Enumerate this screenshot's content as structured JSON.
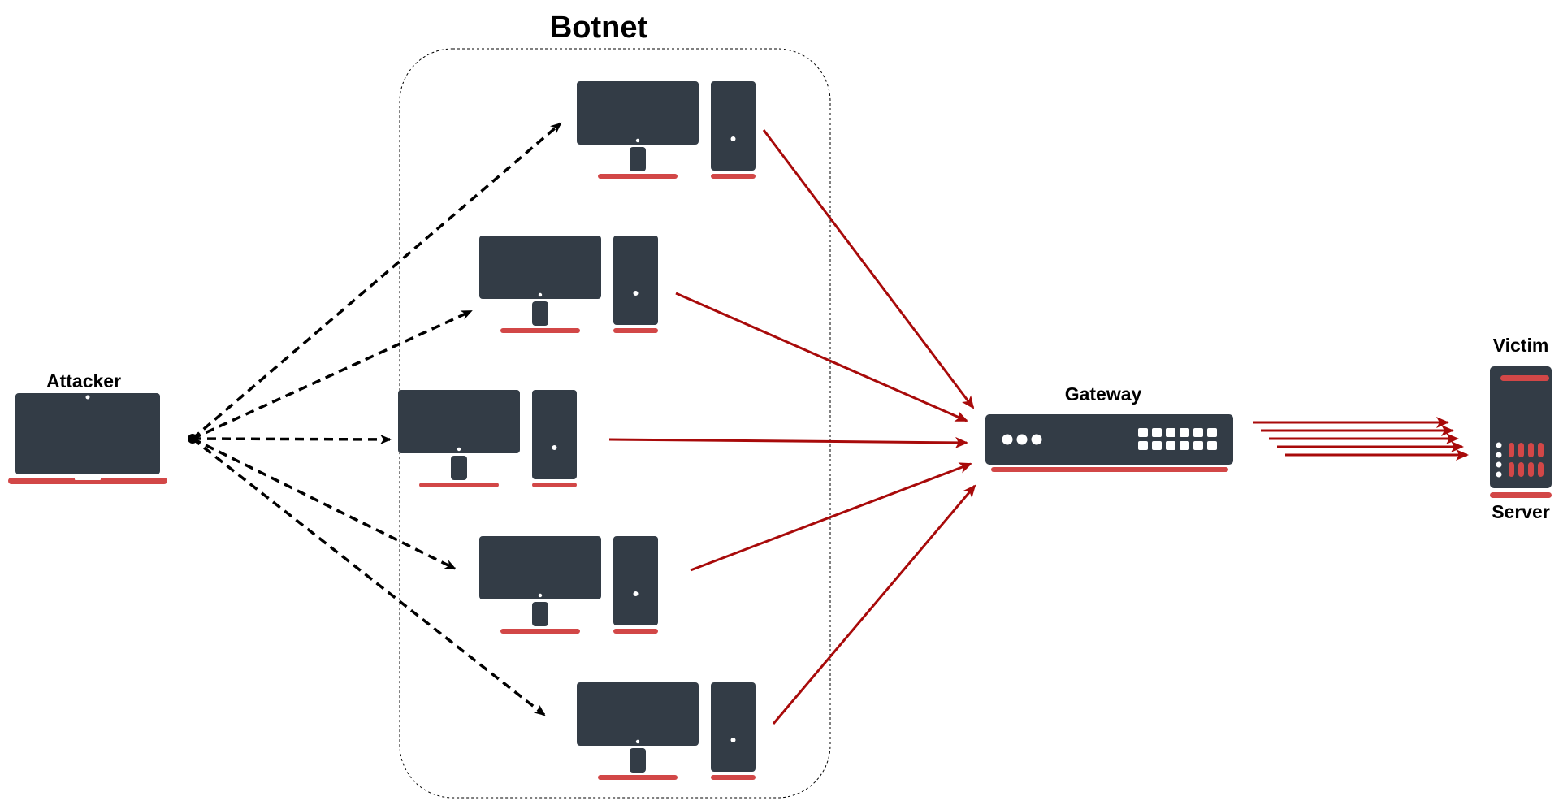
{
  "title": "Botnet",
  "nodes": {
    "attacker": {
      "label": "Attacker",
      "icon": "laptop-icon"
    },
    "gateway": {
      "label": "Gateway",
      "icon": "router-icon"
    },
    "victim": {
      "label": "Victim",
      "sublabel": "Server",
      "icon": "server-icon"
    },
    "bots": [
      {
        "icon": "desktop-computer-icon"
      },
      {
        "icon": "desktop-computer-icon"
      },
      {
        "icon": "desktop-computer-icon"
      },
      {
        "icon": "desktop-computer-icon"
      },
      {
        "icon": "desktop-computer-icon"
      }
    ]
  },
  "colors": {
    "device": "#333c46",
    "accent": "#d24747",
    "attack_arrow": "#a80a0a",
    "command_arrow": "#000000"
  }
}
